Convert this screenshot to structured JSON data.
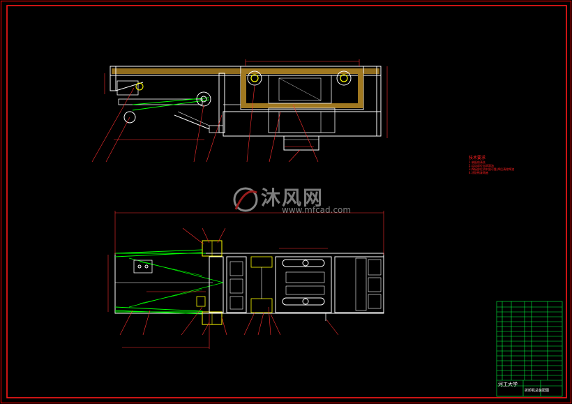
{
  "watermark": {
    "logo_text": "沐风网",
    "url": "www.mfcad.com"
  },
  "technical_requirements": {
    "title": "技术要求",
    "lines": [
      "1.装配前清洗",
      "2.运动部位加润滑油",
      "3.焊接部位须牢固可靠,焊后清除焊渣",
      "4.涂防锈漆两遍"
    ]
  },
  "title_block": {
    "school": "河工大学",
    "drawing_title": "拆卸机总装配图"
  },
  "colors": {
    "background": "#000000",
    "frame": "#ff0000",
    "outline": "#ffffff",
    "linkage": "#00ff00",
    "pins": "#ffff00",
    "dimensions": "#ff3030",
    "title_block": "#00ff40"
  }
}
